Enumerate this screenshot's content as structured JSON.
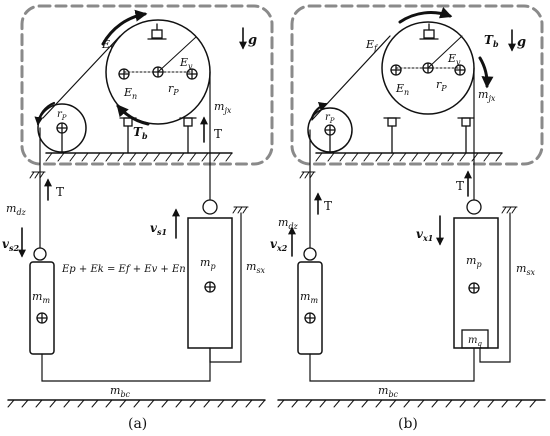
{
  "panels": {
    "a": {
      "caption": "(a)",
      "gravity": "g",
      "torque": "T",
      "torque_sub": "b",
      "tension_1": "T",
      "tension_2": "T",
      "energy_f": "E",
      "energy_f_sub": "f",
      "energy_v": "E",
      "energy_v_sub": "v",
      "energy_n": "E",
      "energy_n_sub": "n",
      "radius_big": "r",
      "radius_big_sub": "P",
      "radius_small": "r",
      "radius_small_sub": "P",
      "rope_jx": "m",
      "rope_jx_sub": "jx",
      "rope_dz": "m",
      "rope_dz_sub": "dz",
      "rope_sx": "m",
      "rope_sx_sub": "sx",
      "rope_bc": "m",
      "rope_bc_sub": "bc",
      "car_mass": "m",
      "car_mass_sub": "p",
      "cw_mass": "m",
      "cw_mass_sub": "m",
      "velocity_1": "v",
      "velocity_1_sub": "s1",
      "velocity_2": "v",
      "velocity_2_sub": "s2",
      "equation": "Ep + Ek = Ef + Ev + En"
    },
    "b": {
      "caption": "(b)",
      "gravity": "g",
      "torque": "T",
      "torque_sub": "b",
      "tension_1": "T",
      "tension_2": "T",
      "energy_f": "E",
      "energy_f_sub": "f",
      "energy_v": "E",
      "energy_v_sub": "v",
      "energy_n": "E",
      "energy_n_sub": "n",
      "radius_big": "r",
      "radius_big_sub": "P",
      "radius_small": "r",
      "radius_small_sub": "P",
      "rope_jx": "m",
      "rope_jx_sub": "jx",
      "rope_dz": "m",
      "rope_dz_sub": "dz",
      "rope_sx": "m",
      "rope_sx_sub": "sx",
      "rope_bc": "m",
      "rope_bc_sub": "bc",
      "car_mass": "m",
      "car_mass_sub": "p",
      "cw_mass": "m",
      "cw_mass_sub": "m",
      "load_mass": "m",
      "load_mass_sub": "q",
      "velocity_1": "v",
      "velocity_1_sub": "x1",
      "velocity_2": "v",
      "velocity_2_sub": "x2"
    }
  },
  "colors": {
    "dashed_box": "#8a8a8a",
    "line": "#1a1a1a"
  }
}
